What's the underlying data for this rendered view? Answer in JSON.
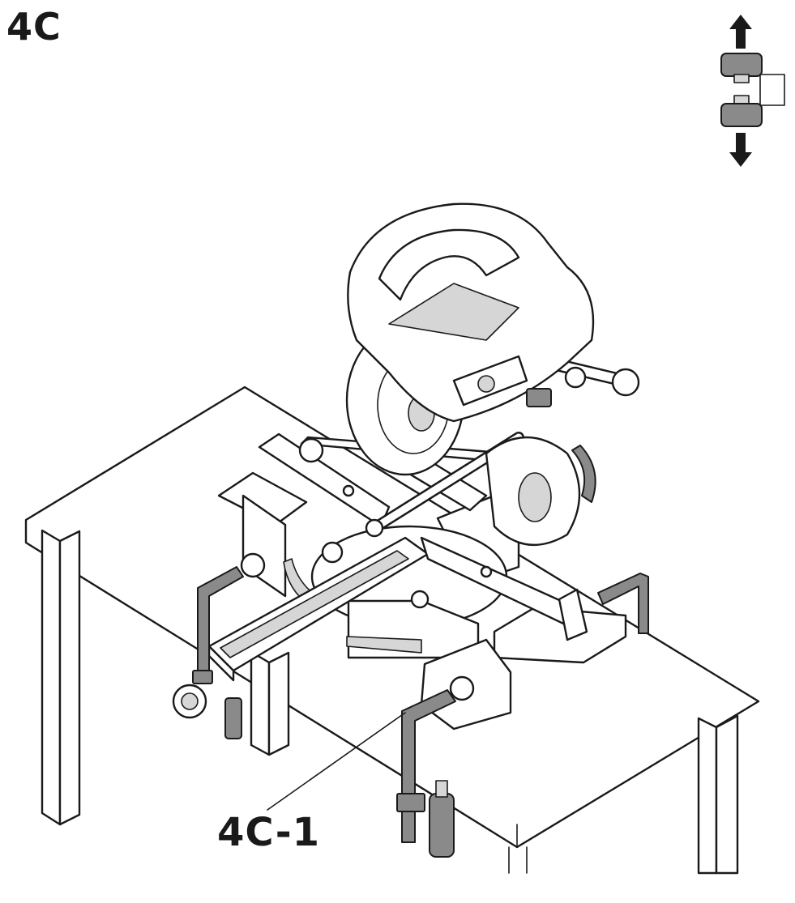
{
  "figure": {
    "step_label": "4C",
    "callout_label": "4C-1",
    "icons": [
      "clamp-up-down-icon",
      "miter-saw-illustration",
      "table-illustration",
      "bar-clamp-illustration"
    ],
    "colors": {
      "ink": "#1a1a1a",
      "gray": "#8a8a8a",
      "light": "#d6d6d6",
      "paper": "#ffffff"
    }
  }
}
